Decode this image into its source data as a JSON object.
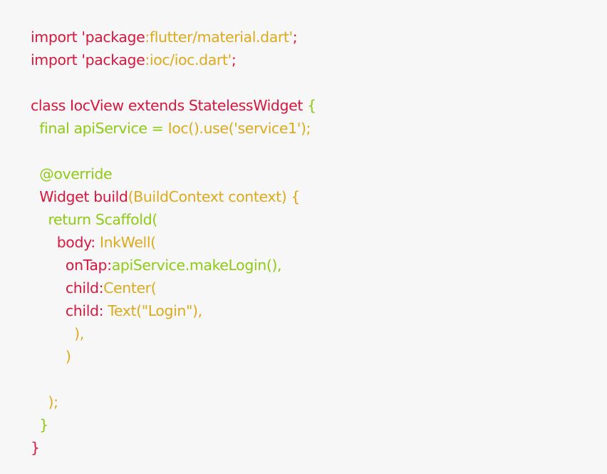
{
  "palette": {
    "background": "#f7f7f7",
    "keyword_red": "#d6183f",
    "string_gold": "#dcaa1d",
    "code_green": "#8fca14"
  },
  "code": {
    "language": "dart",
    "lines": [
      {
        "tokens": [
          {
            "t": "import ",
            "c": "#d6183f"
          },
          {
            "t": "'package",
            "c": "#d6183f"
          },
          {
            "t": ":flutter/material.dart'",
            "c": "#dcaa1d"
          },
          {
            "t": ";",
            "c": "#d6183f"
          }
        ]
      },
      {
        "tokens": [
          {
            "t": "import ",
            "c": "#d6183f"
          },
          {
            "t": "'package",
            "c": "#d6183f"
          },
          {
            "t": ":ioc/ioc.dart'",
            "c": "#dcaa1d"
          },
          {
            "t": ";",
            "c": "#d6183f"
          }
        ]
      },
      {
        "tokens": []
      },
      {
        "tokens": [
          {
            "t": "class IocView extends StatelessWidget ",
            "c": "#d6183f"
          },
          {
            "t": "{",
            "c": "#8fca14"
          }
        ]
      },
      {
        "tokens": [
          {
            "t": "  final apiService = ",
            "c": "#8fca14"
          },
          {
            "t": "Ioc().use('service1');",
            "c": "#dcaa1d"
          }
        ]
      },
      {
        "tokens": []
      },
      {
        "tokens": [
          {
            "t": "  @override",
            "c": "#8fca14"
          }
        ]
      },
      {
        "tokens": [
          {
            "t": "  Widget build",
            "c": "#d6183f"
          },
          {
            "t": "(BuildContext context) {",
            "c": "#dcaa1d"
          }
        ]
      },
      {
        "tokens": [
          {
            "t": "    return Scaffold(",
            "c": "#8fca14"
          }
        ]
      },
      {
        "tokens": [
          {
            "t": "      body: ",
            "c": "#d6183f"
          },
          {
            "t": "InkWell(",
            "c": "#dcaa1d"
          }
        ]
      },
      {
        "tokens": [
          {
            "t": "        onTap:",
            "c": "#d6183f"
          },
          {
            "t": "apiService.makeLogin(),",
            "c": "#8fca14"
          }
        ]
      },
      {
        "tokens": [
          {
            "t": "        child:",
            "c": "#d6183f"
          },
          {
            "t": "Center(",
            "c": "#dcaa1d"
          }
        ]
      },
      {
        "tokens": [
          {
            "t": "        child: ",
            "c": "#d6183f"
          },
          {
            "t": "Text(\"Login\"),",
            "c": "#dcaa1d"
          }
        ]
      },
      {
        "tokens": [
          {
            "t": "          ),",
            "c": "#dcaa1d"
          }
        ]
      },
      {
        "tokens": [
          {
            "t": "        )",
            "c": "#dcaa1d"
          }
        ]
      },
      {
        "tokens": []
      },
      {
        "tokens": [
          {
            "t": "    );",
            "c": "#dcaa1d"
          }
        ]
      },
      {
        "tokens": [
          {
            "t": "  }",
            "c": "#8fca14"
          }
        ]
      },
      {
        "tokens": [
          {
            "t": "}",
            "c": "#d6183f"
          }
        ]
      }
    ]
  }
}
